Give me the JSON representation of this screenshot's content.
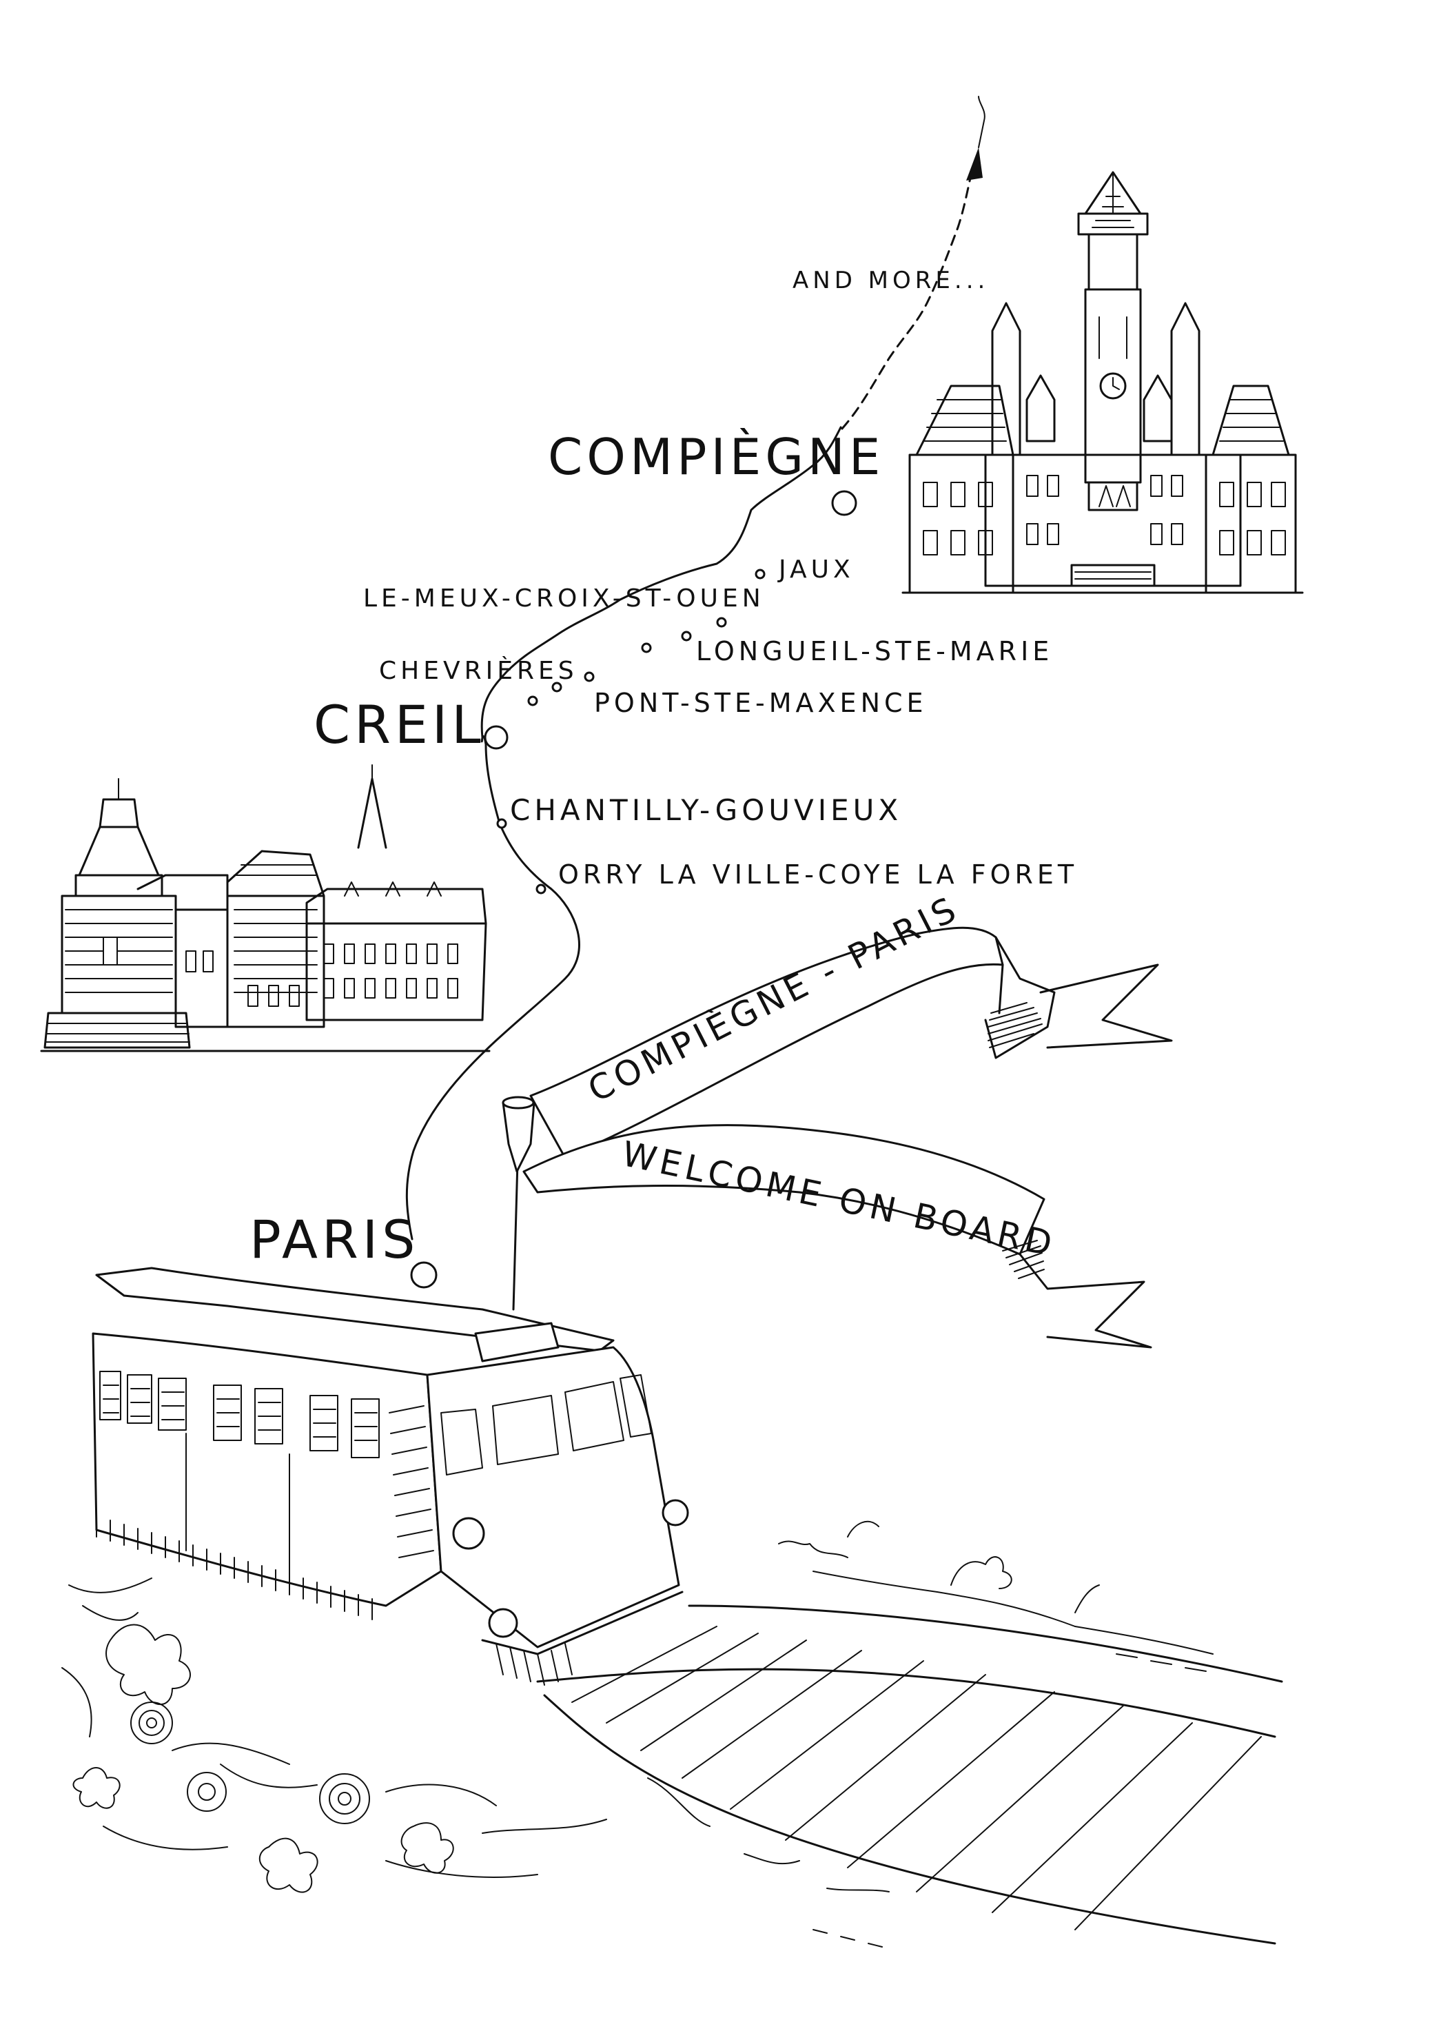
{
  "labels": {
    "and_more": "AND MORE...",
    "compiegne": "COMPIÈGNE",
    "jaux": "JAUX",
    "le_meux": "LE-MEUX-CROIX-ST-OUEN",
    "longueil": "LONGUEIL-STE-MARIE",
    "chevrieres": "CHEVRIÈRES",
    "creil": "CREIL",
    "pont_ste_maxence": "PONT-STE-MAXENCE",
    "chantilly": "CHANTILLY-GOUVIEUX",
    "orry": "ORRY LA VILLE-COYE LA FORET",
    "paris": "PARIS"
  },
  "banner": {
    "line1": "COMPIÈGNE - PARIS",
    "line2": "WELCOME ON BOARD"
  },
  "colors": {
    "ink": "#111111",
    "paper": "#ffffff"
  }
}
